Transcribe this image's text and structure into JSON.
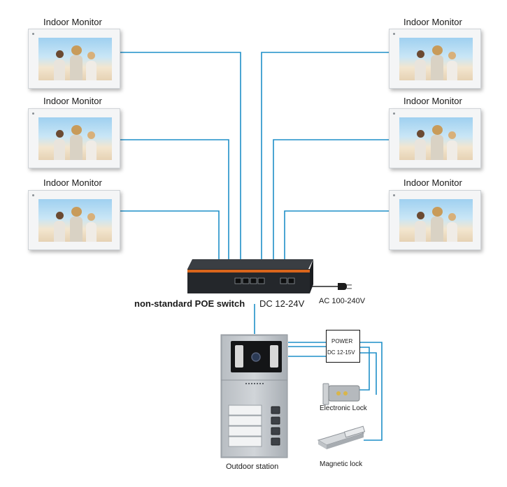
{
  "labels": {
    "monitor": "Indoor Monitor",
    "switch": "non-standard POE switch",
    "switch_power": "DC 12-24V",
    "ac": "AC 100-240V",
    "power_line1": "POWER",
    "power_line2": "DC 12-15V",
    "electronic_lock": "Electronic Lock",
    "magnetic_lock": "Magnetic lock",
    "outdoor_station": "Outdoor station"
  },
  "colors": {
    "cable": "#1f8fc8",
    "switch_body": "#2a2d31",
    "switch_stripe": "#d9651c",
    "panel": "#a9afb5"
  }
}
